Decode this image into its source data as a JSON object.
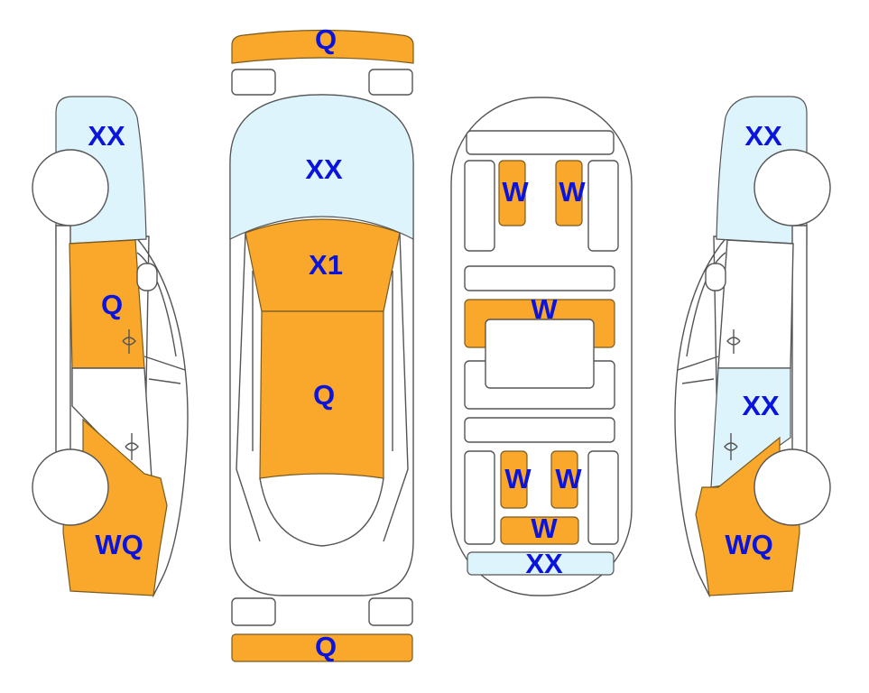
{
  "colors": {
    "damage_orange": "#F9A82B",
    "damage_blue": "#DDF4FC",
    "label": "#0A14DC"
  },
  "left_side": {
    "front": "XX",
    "front_door": "Q",
    "rear_fender": "WQ"
  },
  "top_view": {
    "front_bumper": "Q",
    "windshield": "XX",
    "hood": "X1",
    "roof": "Q",
    "rear_bumper": "Q"
  },
  "underbody": {
    "front_left": "W",
    "front_right": "W",
    "middle": "W",
    "rear_left": "W",
    "rear_right": "W",
    "rear_cross": "W",
    "rear_end": "XX"
  },
  "right_side": {
    "front": "XX",
    "rear_door": "XX",
    "rear_fender": "WQ"
  }
}
